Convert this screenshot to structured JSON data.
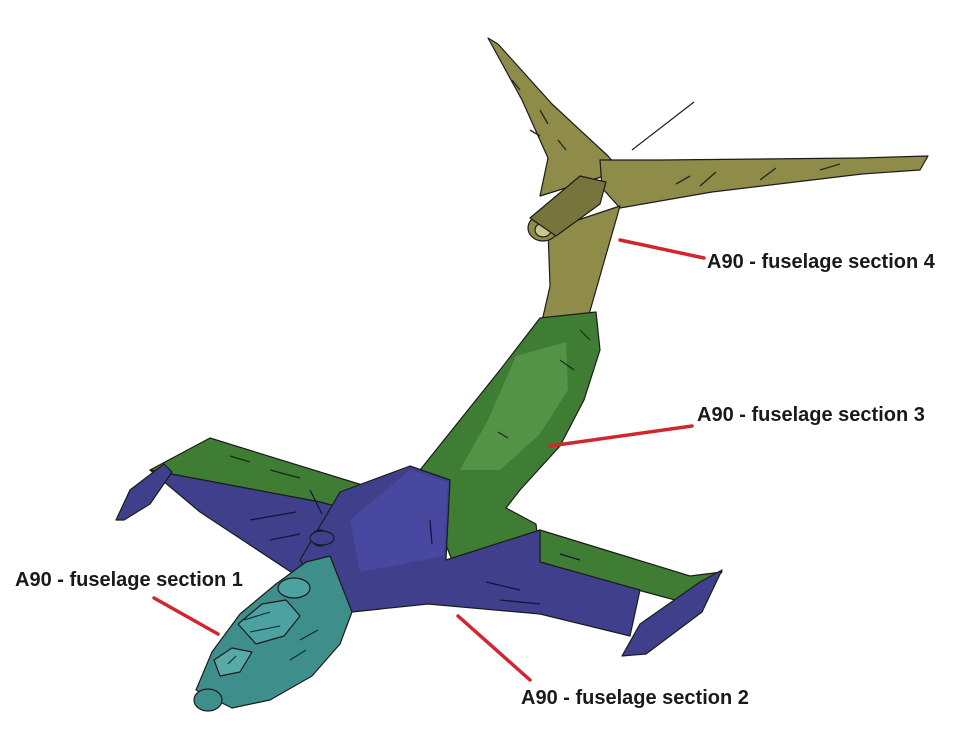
{
  "diagram": {
    "labels": {
      "section_1": "A90 - fuselage section 1",
      "section_2": "A90 - fuselage section 2",
      "section_3": "A90 - fuselage section 3",
      "section_4": "A90 - fuselage section 4"
    },
    "colors": {
      "section_1": "#3e8e8c",
      "section_2": "#3f3f8c",
      "section_3": "#3f7d34",
      "section_4": "#8e8c48",
      "leader_line": "#d1262f",
      "outline": "#1c1c1c"
    }
  }
}
